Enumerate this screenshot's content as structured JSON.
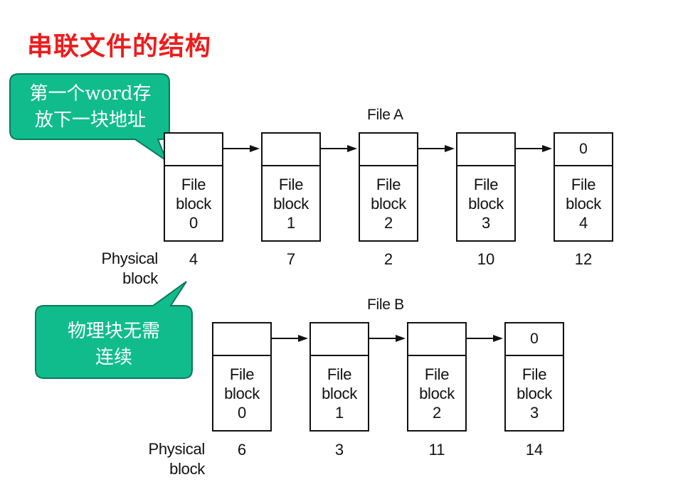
{
  "title": "串联文件的结构",
  "callouts": {
    "first_word": [
      "第一个word存",
      "放下一块地址"
    ],
    "physical": [
      "物理块无需",
      "连续"
    ]
  },
  "files": [
    {
      "label": "File A",
      "physical_label": [
        "Physical",
        "block"
      ],
      "blocks": [
        {
          "lines": [
            "File",
            "block",
            "0"
          ],
          "physical": "4",
          "pointer": ""
        },
        {
          "lines": [
            "File",
            "block",
            "1"
          ],
          "physical": "7",
          "pointer": ""
        },
        {
          "lines": [
            "File",
            "block",
            "2"
          ],
          "physical": "2",
          "pointer": ""
        },
        {
          "lines": [
            "File",
            "block",
            "3"
          ],
          "physical": "10",
          "pointer": ""
        },
        {
          "lines": [
            "File",
            "block",
            "4"
          ],
          "physical": "12",
          "pointer": "0"
        }
      ]
    },
    {
      "label": "File B",
      "physical_label": [
        "Physical",
        "block"
      ],
      "blocks": [
        {
          "lines": [
            "File",
            "block",
            "0"
          ],
          "physical": "6",
          "pointer": ""
        },
        {
          "lines": [
            "File",
            "block",
            "1"
          ],
          "physical": "3",
          "pointer": ""
        },
        {
          "lines": [
            "File",
            "block",
            "2"
          ],
          "physical": "11",
          "pointer": ""
        },
        {
          "lines": [
            "File",
            "block",
            "3"
          ],
          "physical": "14",
          "pointer": "0"
        }
      ]
    }
  ],
  "colors": {
    "title": "#ee1c1c",
    "callout_fill": "#10bc8c",
    "callout_stroke": "#0a7a5a",
    "ink": "#111111"
  }
}
